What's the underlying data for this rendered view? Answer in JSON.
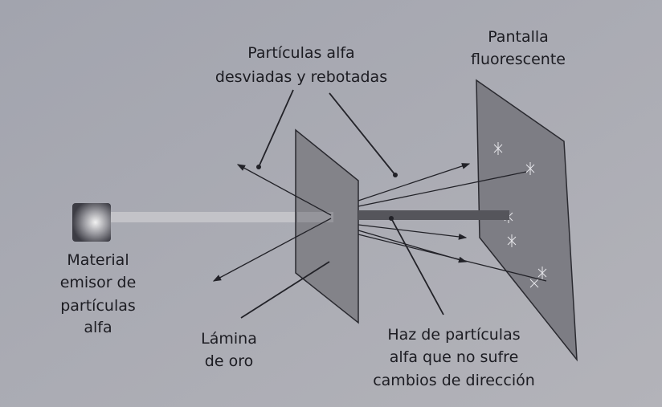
{
  "labels": {
    "deflected": [
      "Partículas alfa",
      "desviadas y rebotadas"
    ],
    "screen": [
      "Pantalla",
      "fluorescente"
    ],
    "source": [
      "Material",
      "emisor de",
      "partículas",
      "alfa"
    ],
    "foil": [
      "Lámina",
      "de oro"
    ],
    "beam": [
      "Haz de partículas",
      "alfa que no sufre",
      "cambios de dirección"
    ]
  },
  "colors": {
    "paper": "#a7a8b2",
    "panel": "#7f7f86",
    "line": "#222228",
    "beam": "#55555b"
  }
}
